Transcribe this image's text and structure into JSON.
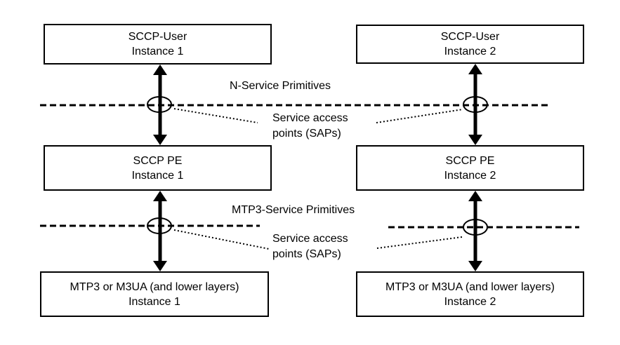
{
  "diagram": {
    "title_hint": "SCCP protocol architecture with service access points",
    "colors": {
      "background": "#ffffff",
      "line": "#000000",
      "text": "#000000"
    },
    "boxes": [
      {
        "id": "sccp-user-1",
        "line1": "SCCP-User",
        "line2": "Instance 1"
      },
      {
        "id": "sccp-user-2",
        "line1": "SCCP-User",
        "line2": "Instance 2"
      },
      {
        "id": "sccp-pe-1",
        "line1": "SCCP PE",
        "line2": "Instance 1"
      },
      {
        "id": "sccp-pe-2",
        "line1": "SCCP PE",
        "line2": "Instance 2"
      },
      {
        "id": "mtp3-1",
        "line1": "MTP3 or M3UA (and lower layers)",
        "line2": "Instance 1"
      },
      {
        "id": "mtp3-2",
        "line1": "MTP3 or M3UA (and lower layers)",
        "line2": "Instance 2"
      }
    ],
    "labels": {
      "n_service": "N-Service Primitives",
      "mtp3_service": "MTP3-Service Primitives",
      "sap_upper": {
        "line1": "Service access",
        "line2": "points (SAPs)"
      },
      "sap_lower": {
        "line1": "Service access",
        "line2": "points (SAPs)"
      }
    }
  }
}
